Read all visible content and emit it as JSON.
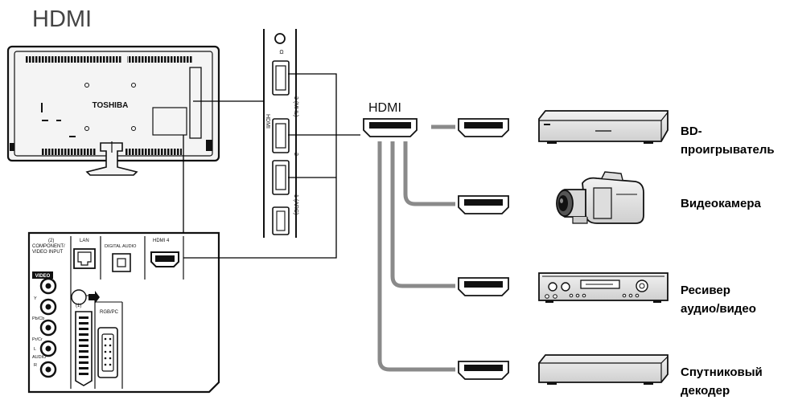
{
  "title": "HDMI",
  "hub_label": "HDMI",
  "tv": {
    "brand": "TOSHIBA",
    "side_ports": [
      {
        "num": "3",
        "sub": "(MHL)"
      },
      {
        "num": "2",
        "sub": ""
      },
      {
        "num": "1",
        "sub": "(ARC)"
      }
    ],
    "side_hdmi_label": "HDMI",
    "panel": {
      "component_label": "(2) COMPONENT/ VIDEO INPUT",
      "component_line1": "(2)",
      "component_line2": "COMPONENT/",
      "component_line3": "VIDEO INPUT",
      "video_badge": "VIDEO",
      "lan_label": "LAN",
      "digital_audio_label": "DIGITAL AUDIO",
      "hdmi4_label": "HDMI 4",
      "scart_label": "(1)",
      "rgbpc_label": "RGB/PC",
      "jack_labels": [
        "Y",
        "Pb/Cb",
        "Pr/Cr",
        "L",
        "AUDIO",
        "R"
      ]
    }
  },
  "devices": [
    {
      "label": "BD-проигрыватель",
      "line1": "BD-",
      "line2": "проигрыватель",
      "icon": "bd-player-icon"
    },
    {
      "label": "Видеокамера",
      "line1": "Видеокамера",
      "line2": "",
      "icon": "camcorder-icon"
    },
    {
      "label": "Ресивер аудио/видео",
      "line1": "Ресивер",
      "line2": "аудио/видео",
      "icon": "av-receiver-icon"
    },
    {
      "label": "Спутниковый декодер",
      "line1": "Спутниковый",
      "line2": "декодер",
      "icon": "satellite-decoder-icon"
    }
  ],
  "colors": {
    "cable": "#8a8a8a",
    "line": "#000000",
    "device_fill": "#e6e6e6"
  }
}
